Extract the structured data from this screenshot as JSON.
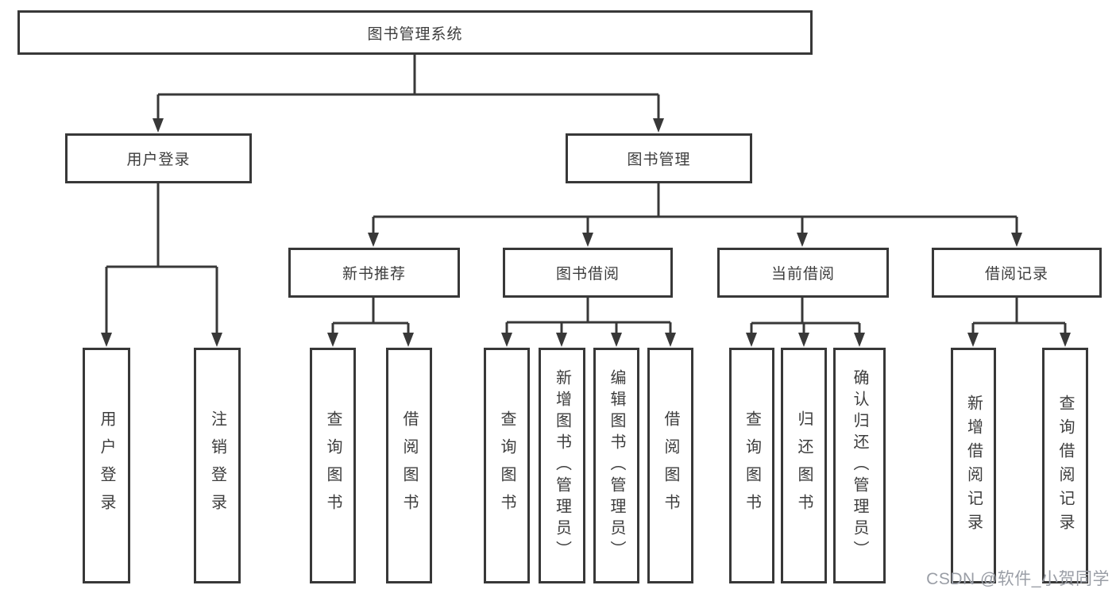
{
  "diagram": {
    "title": "图书管理系统",
    "tree": {
      "root": {
        "label": "图书管理系统"
      },
      "branches": [
        {
          "label": "用户登录",
          "children": [
            {
              "label": "用户登录"
            },
            {
              "label": "注销登录"
            }
          ]
        },
        {
          "label": "图书管理",
          "sections": [
            {
              "label": "新书推荐",
              "children": [
                {
                  "label": "查询图书"
                },
                {
                  "label": "借阅图书"
                }
              ]
            },
            {
              "label": "图书借阅",
              "children": [
                {
                  "label": "查询图书"
                },
                {
                  "label": "新增图书（管理员）"
                },
                {
                  "label": "编辑图书（管理员）"
                },
                {
                  "label": "借阅图书"
                }
              ]
            },
            {
              "label": "当前借阅",
              "children": [
                {
                  "label": "查询图书"
                },
                {
                  "label": "归还图书"
                },
                {
                  "label": "确认归还（管理员）"
                }
              ]
            },
            {
              "label": "借阅记录",
              "children": [
                {
                  "label": "新增借阅记录"
                },
                {
                  "label": "查询借阅记录"
                }
              ]
            }
          ]
        }
      ]
    }
  },
  "watermark": {
    "text": "CSDN @软件_小贺同学"
  },
  "colors": {
    "line": "#383838",
    "box_border": "#383838",
    "text": "#3d3d3d",
    "background": "#ffffff",
    "watermark": "#9a9ea6"
  }
}
